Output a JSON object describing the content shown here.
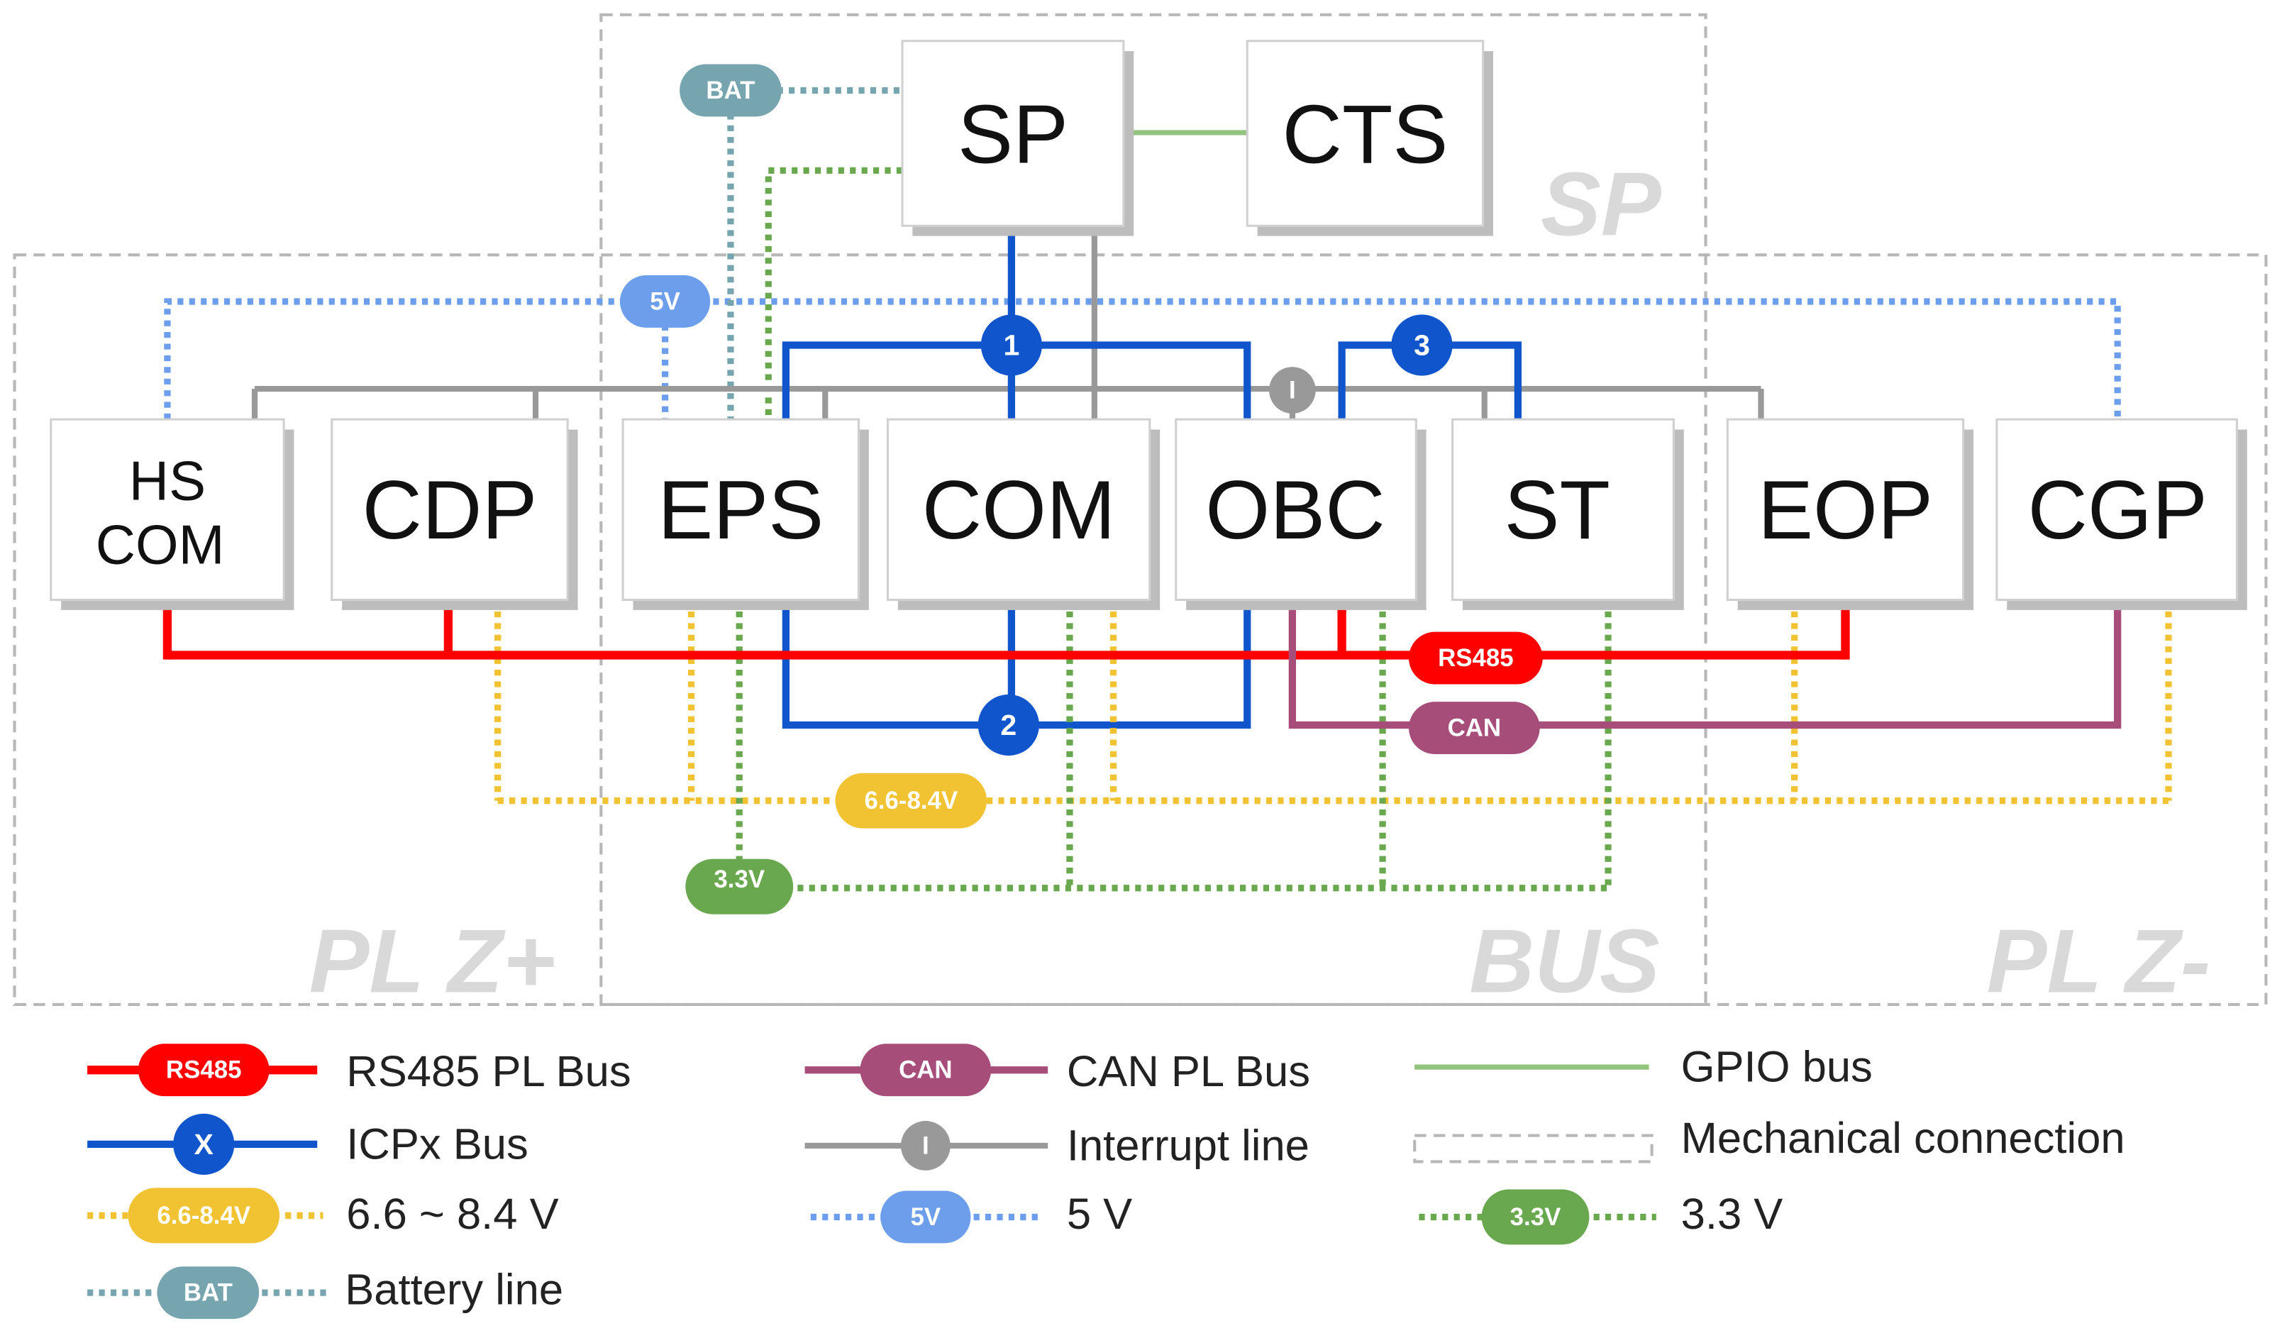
{
  "colors": {
    "rs485": "#ff0000",
    "icp": "#1155cc",
    "can": "#a64d79",
    "gpio": "#93c47d",
    "interrupt": "#999999",
    "v66": "#f1c232",
    "v5": "#6d9eeb",
    "v33": "#6aa84f",
    "bat": "#76a5af",
    "mechanical": "#b7b7b7",
    "region_label": "#d9d9d9"
  },
  "regions": {
    "sp": "SP",
    "pl_z_plus": "PL Z+",
    "bus": "BUS",
    "pl_z_minus": "PL Z-"
  },
  "modules": {
    "sp": "SP",
    "cts": "CTS",
    "hs_com": [
      "HS",
      "COM"
    ],
    "cdp": "CDP",
    "eps": "EPS",
    "com": "COM",
    "obc": "OBC",
    "st": "ST",
    "eop": "EOP",
    "cgp": "CGP"
  },
  "badges": {
    "bat": "BAT",
    "v5": "5V",
    "icp1": "1",
    "icp2": "2",
    "icp3": "3",
    "interrupt": "I",
    "rs485": "RS485",
    "can": "CAN",
    "v66": "6.6-8.4V",
    "v33": "3.3V"
  },
  "legend": {
    "rs485": {
      "badge": "RS485",
      "label": "RS485 PL Bus"
    },
    "can": {
      "badge": "CAN",
      "label": "CAN PL Bus"
    },
    "gpio": {
      "label": "GPIO bus"
    },
    "icp": {
      "badge": "X",
      "label": "ICPx Bus"
    },
    "interrupt": {
      "badge": "I",
      "label": "Interrupt line"
    },
    "mechanical": {
      "label": "Mechanical connection"
    },
    "v66": {
      "badge": "6.6-8.4V",
      "label": "6.6 ~ 8.4 V"
    },
    "v5": {
      "badge": "5V",
      "label": "5 V"
    },
    "v33": {
      "badge": "3.3V",
      "label": "3.3 V"
    },
    "bat": {
      "badge": "BAT",
      "label": "Battery line"
    }
  }
}
